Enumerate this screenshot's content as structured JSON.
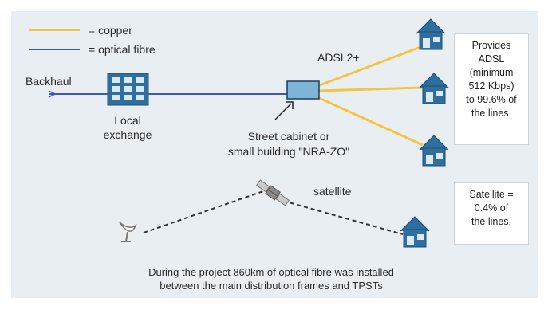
{
  "legend": {
    "copper_label": "= copper",
    "fibre_label": "= optical fibre"
  },
  "labels": {
    "backhaul": "Backhaul",
    "local_exchange_line1": "Local",
    "local_exchange_line2": "exchange",
    "adsl": "ADSL2+",
    "cabinet_line1": "Street cabinet or",
    "cabinet_line2": "small building \"NRA-ZO\"",
    "satellite": "satellite"
  },
  "adsl_box": {
    "lines": [
      "Provides",
      "ADSL",
      "(minimum",
      "512 Kbps)",
      "to 99.6% of",
      "the lines."
    ]
  },
  "satellite_box": {
    "lines": [
      "Satellite =",
      "0.4% of",
      "the lines."
    ]
  },
  "caption": {
    "line1": "During the project 860km of optical fibre was installed",
    "line2": "between the main distribution frames and TPSTs"
  },
  "colors": {
    "copper": "#f5c542",
    "fibre": "#3c5cae",
    "icon_blue": "#2f6f9f",
    "icon_light": "#7fb3d8",
    "background": "#e9eef3"
  }
}
